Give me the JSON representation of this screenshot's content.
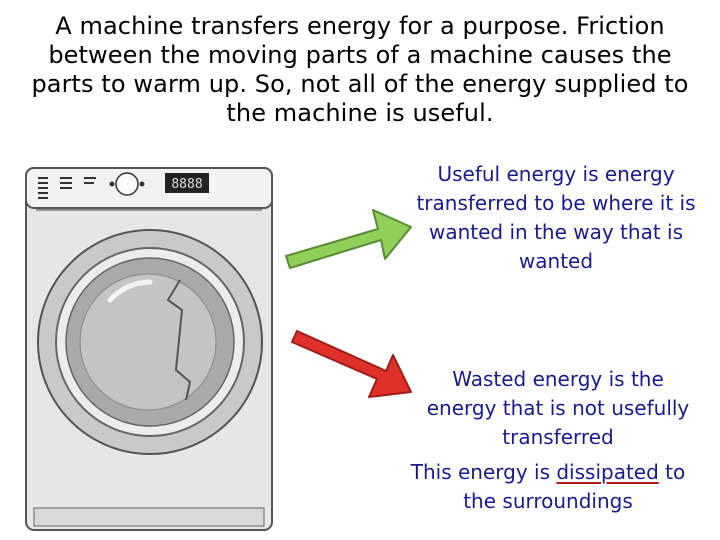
{
  "intro": "A machine transfers energy for a purpose.  Friction between the moving parts of a machine causes the parts to warm up.  So, not all of the energy supplied to the machine is useful.",
  "useful_energy": "Useful energy is energy transferred to be where it is wanted in the way that is wanted",
  "wasted_energy": "Wasted energy is the energy that is not usefully transferred",
  "dissipated": {
    "before": "This energy is ",
    "keyword": "dissipated",
    "after": " to the surroundings"
  },
  "washing_machine": {
    "display": "8888"
  },
  "colors": {
    "useful_arrow": "#8fd05a",
    "wasted_arrow": "#e0302a",
    "text": "#1a1a8c"
  },
  "icons": {
    "machine": "washing-machine-icon",
    "useful": "green-arrow-icon",
    "wasted": "red-arrow-icon"
  }
}
